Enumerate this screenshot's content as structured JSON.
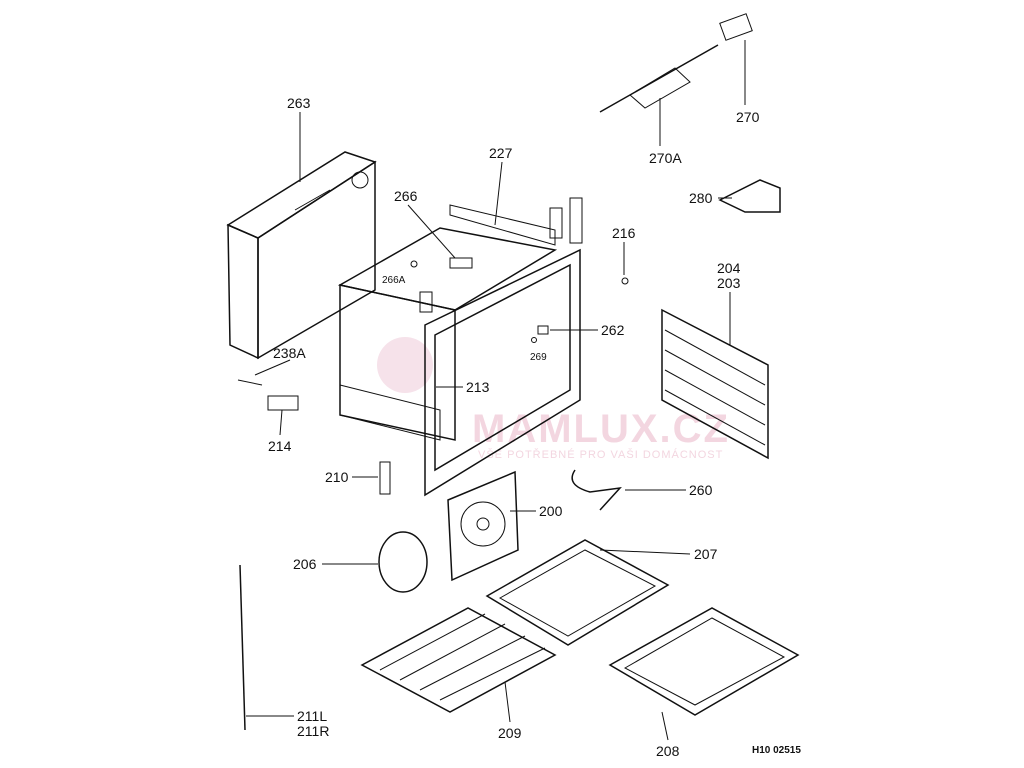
{
  "title_ref": "H10 02515",
  "watermark": {
    "brand": "MAMLUX.CZ",
    "tagline": "VŠE POTŘEBNÉ PRO VAŠI DOMÁCNOST"
  },
  "labels": {
    "p263": "263",
    "p227": "227",
    "p266": "266",
    "p266a": "266A",
    "p216": "216",
    "p270": "270",
    "p270a": "270A",
    "p280": "280",
    "p204": "204",
    "p203": "203",
    "p262": "262",
    "p269": "269",
    "p238a": "238A",
    "p213": "213",
    "p214": "214",
    "p210": "210",
    "p260": "260",
    "p200": "200",
    "p206": "206",
    "p207": "207",
    "p211l": "211L",
    "p211r": "211R",
    "p209": "209",
    "p208": "208"
  }
}
